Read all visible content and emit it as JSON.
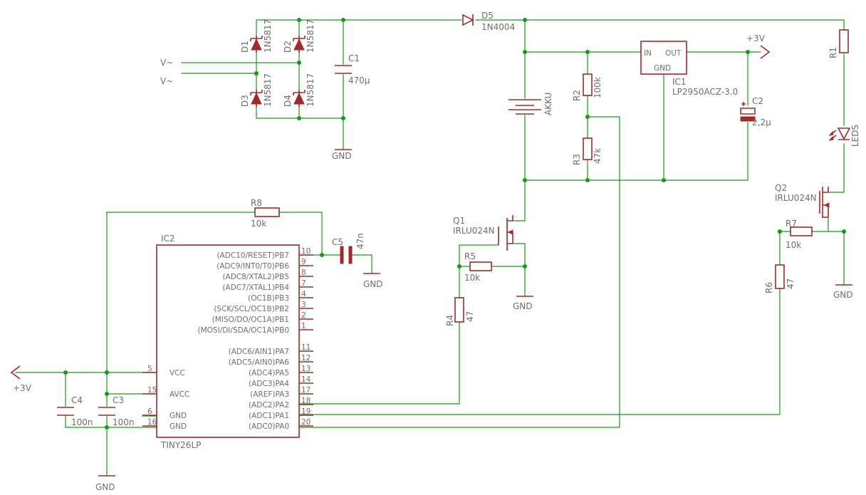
{
  "colors": {
    "wire": "#179917",
    "symbol": "#a02a2a",
    "text": "#6e6e6e",
    "background": "#ffffff"
  },
  "inputs": {
    "ac1": "V~",
    "ac2": "V~"
  },
  "diodes": {
    "d1": {
      "name": "D1",
      "value": "1N5817"
    },
    "d2": {
      "name": "D2",
      "value": "1N5817"
    },
    "d3": {
      "name": "D3",
      "value": "1N5817"
    },
    "d4": {
      "name": "D4",
      "value": "1N5817"
    },
    "d5": {
      "name": "D5",
      "value": "1N4004"
    }
  },
  "capacitors": {
    "c1": {
      "name": "C1",
      "value": "470µ"
    },
    "c2": {
      "name": "C2",
      "value": "2,2µ"
    },
    "c3": {
      "name": "C3",
      "value": "100n"
    },
    "c4": {
      "name": "C4",
      "value": "100n"
    },
    "c5": {
      "name": "C5",
      "value": "47n"
    }
  },
  "resistors": {
    "r1": {
      "name": "R1"
    },
    "r2": {
      "name": "R2",
      "value": "100k"
    },
    "r3": {
      "name": "R3",
      "value": "47k"
    },
    "r4": {
      "name": "R4",
      "value": "47"
    },
    "r5": {
      "name": "R5",
      "value": "10k"
    },
    "r6": {
      "name": "R6",
      "value": "47"
    },
    "r7": {
      "name": "R7",
      "value": "10k"
    },
    "r8": {
      "name": "R8",
      "value": "10k"
    }
  },
  "transistors": {
    "q1": {
      "name": "Q1",
      "value": "IRLU024N"
    },
    "q2": {
      "name": "Q2",
      "value": "IRLU024N"
    }
  },
  "battery": {
    "name": "AKKU"
  },
  "led": {
    "name": "LEDS"
  },
  "regulator": {
    "name": "IC1",
    "value": "LP2950ACZ-3.0",
    "pin_in": "IN",
    "pin_out": "OUT",
    "pin_gnd": "GND"
  },
  "supply": {
    "v3_top": "+3V",
    "v3_left": "+3V"
  },
  "grounds": {
    "label": "GND"
  },
  "mcu": {
    "name": "IC2",
    "value": "TINY26LP",
    "right_pins": [
      {
        "label": "(ADC10/RESET)PB7",
        "num": "10"
      },
      {
        "label": "(ADC9/INT0/T0)PB6",
        "num": "9"
      },
      {
        "label": "(ADC8/XTAL2)PB5",
        "num": "8"
      },
      {
        "label": "(ADC7/XTAL1)PB4",
        "num": "7"
      },
      {
        "label": "(OC1B)PB3",
        "num": "4"
      },
      {
        "label": "(SCK/SCL/OC1B)PB2",
        "num": "3"
      },
      {
        "label": "(MISO/DO/OC1A)PB1",
        "num": "2"
      },
      {
        "label": "(MOSI/DI/SDA/OC1A)PB0",
        "num": "1"
      },
      {
        "label": "(ADC6/AIN1)PA7",
        "num": "11"
      },
      {
        "label": "(ADC5/AIN0)PA6",
        "num": "12"
      },
      {
        "label": "(ADC4)PA5",
        "num": "13"
      },
      {
        "label": "(ADC3)PA4",
        "num": "14"
      },
      {
        "label": "(AREF)PA3",
        "num": "17"
      },
      {
        "label": "(ADC2)PA2",
        "num": "18"
      },
      {
        "label": "(ADC1)PA1",
        "num": "19"
      },
      {
        "label": "(ADC0)PA0",
        "num": "20"
      }
    ],
    "left_pins": [
      {
        "label": "VCC",
        "num": "5"
      },
      {
        "label": "AVCC",
        "num": "15"
      },
      {
        "label": "GND",
        "num": "6"
      },
      {
        "label": "GND",
        "num": "16"
      }
    ]
  }
}
